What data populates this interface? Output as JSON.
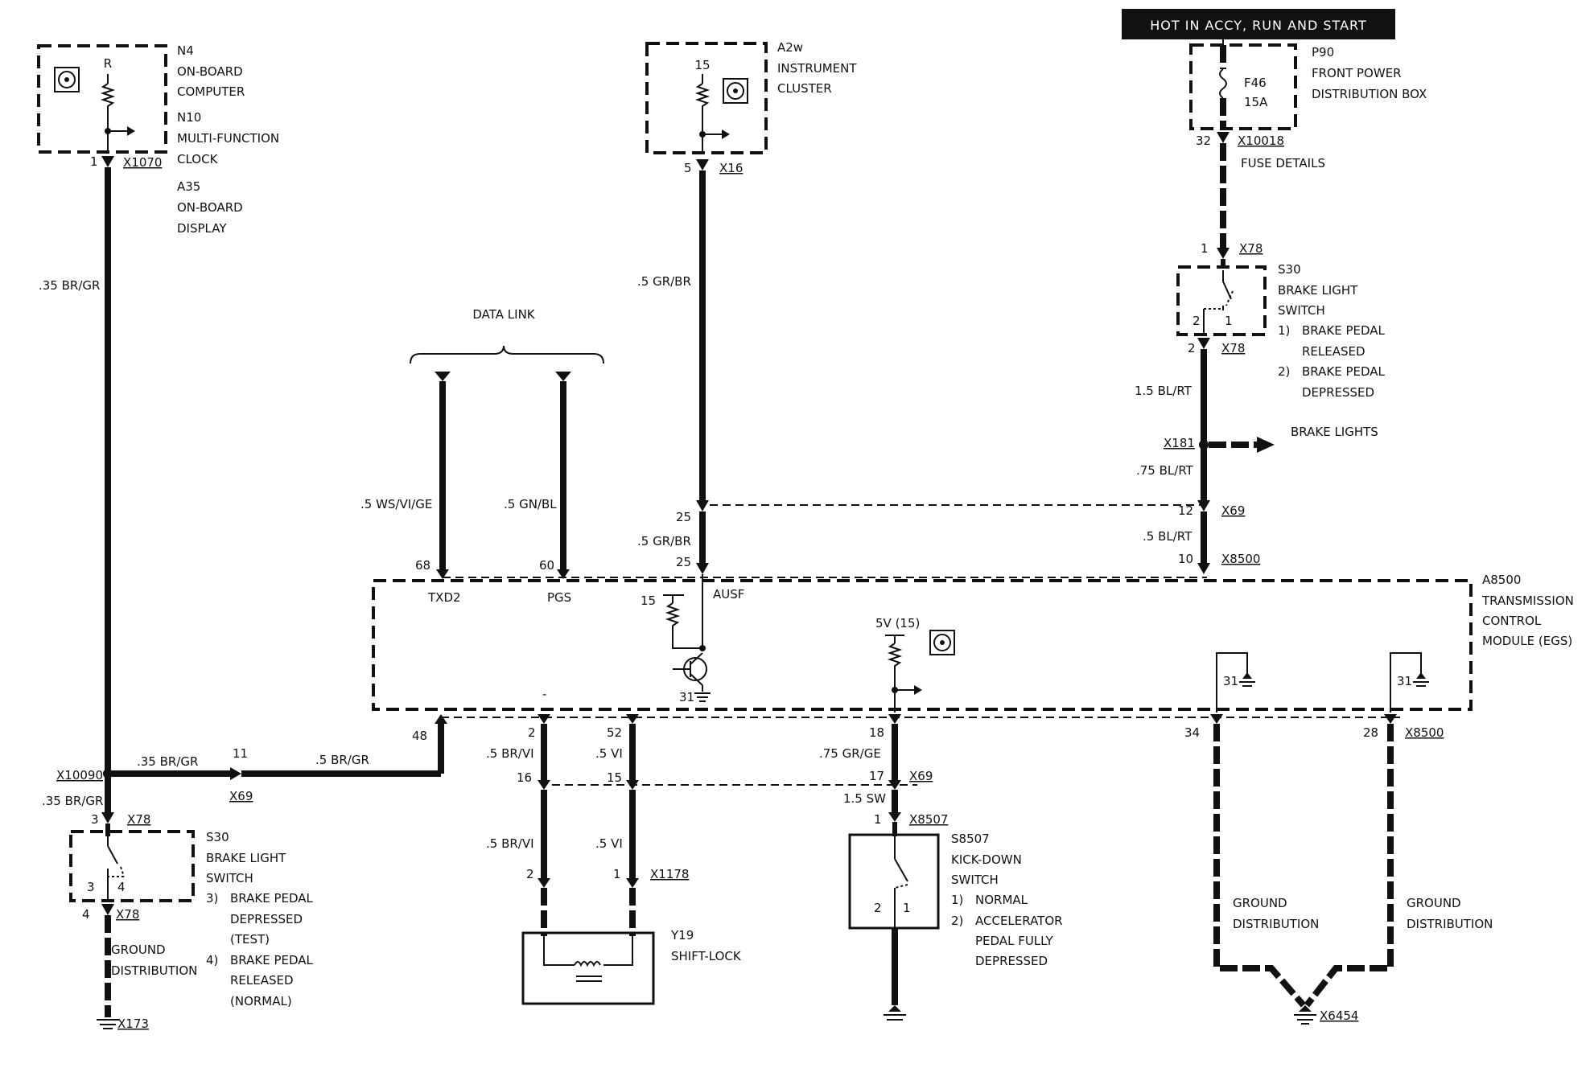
{
  "banner": "HOT IN ACCY, RUN AND START",
  "components": {
    "n4": [
      "N4",
      "ON-BOARD",
      "COMPUTER",
      "N10",
      "MULTI-FUNCTION",
      "CLOCK",
      "A35",
      "ON-BOARD",
      "DISPLAY"
    ],
    "a2w": [
      "A2w",
      "INSTRUMENT",
      "CLUSTER"
    ],
    "p90": [
      "P90",
      "FRONT POWER",
      "DISTRIBUTION BOX"
    ],
    "fuse": [
      "F46",
      "15A"
    ],
    "fuse_details": "FUSE DETAILS",
    "s30_right": [
      "S30",
      "BRAKE LIGHT",
      "SWITCH",
      "1)",
      "BRAKE PEDAL",
      "RELEASED",
      "2)",
      "BRAKE PEDAL",
      "DEPRESSED"
    ],
    "s30_left": [
      "S30",
      "BRAKE LIGHT",
      "SWITCH",
      "3)",
      "BRAKE PEDAL",
      "DEPRESSED",
      "(TEST)",
      "4)",
      "BRAKE PEDAL",
      "RELEASED",
      "(NORMAL)"
    ],
    "a8500": [
      "A8500",
      "TRANSMISSION",
      "CONTROL",
      "MODULE (EGS)"
    ],
    "s8507": [
      "S8507",
      "KICK-DOWN",
      "SWITCH",
      "1)",
      "NORMAL",
      "2)",
      "ACCELERATOR",
      "PEDAL FULLY",
      "DEPRESSED"
    ],
    "y19": [
      "Y19",
      "SHIFT-LOCK"
    ],
    "data_link": "DATA LINK",
    "brake_lights": "BRAKE LIGHTS",
    "ground_left": [
      "GROUND",
      "DISTRIBUTION"
    ],
    "ground_mid": [
      "GROUND",
      "DISTRIBUTION"
    ],
    "ground_right": [
      "GROUND",
      "DISTRIBUTION"
    ]
  },
  "connectors": {
    "x1070": "X1070",
    "x16": "X16",
    "x10018": "X10018",
    "x78_a": "X78",
    "x78_b": "X78",
    "x181": "X181",
    "x69_a": "X69",
    "x8500_a": "X8500",
    "x10090": "X10090",
    "x69_b": "X69",
    "x78_c": "X78",
    "x78_d": "X78",
    "x173": "X173",
    "x1178": "X1178",
    "x69_c": "X69",
    "x8507": "X8507",
    "x8500_b": "X8500",
    "x6454": "X6454"
  },
  "wires": {
    "w_35brgr_a": ".35 BR/GR",
    "w_5grbr_a": ".5 GR/BR",
    "w_5wsvige": ".5 WS/VI/GE",
    "w_5gnbl": ".5 GN/BL",
    "w_15blrt": "1.5 BL/RT",
    "w_75blrt": ".75 BL/RT",
    "w_5blrt": ".5 BL/RT",
    "w_5grbr_b": ".5 GR/BR",
    "w_35brgr_b": ".35 BR/GR",
    "w_5brgr": ".5 BR/GR",
    "w_35brgr_c": ".35 BR/GR",
    "w_5brvi_a": ".5 BR/VI",
    "w_5vi_a": ".5 VI",
    "w_5brvi_b": ".5 BR/VI",
    "w_5vi_b": ".5 VI",
    "w_75grge": ".75 GR/GE",
    "w_15sw": "1.5 SW"
  },
  "pins": {
    "p_r": "R",
    "p_1_n4": "1",
    "p_15_a2w": "15",
    "p_5_a2w": "5",
    "p_32": "32",
    "p_1_x78": "1",
    "p_2_s30": "2",
    "p_1_s30": "1",
    "p_2_x78": "2",
    "p_12": "12",
    "p_10": "10",
    "p_25_a": "25",
    "p_25_b": "25",
    "p_68": "68",
    "p_60": "60",
    "p_txd2": "TXD2",
    "p_pgs": "PGS",
    "p_ausf": "AUSF",
    "p_15_int": "15",
    "p_31_int": "31",
    "p_5v": "5V (15)",
    "p_31_a": "31",
    "p_31_b": "31",
    "p_48": "48",
    "p_2": "2",
    "p_52": "52",
    "p_18": "18",
    "p_34": "34",
    "p_28": "28",
    "p_11": "11",
    "p_3_x78": "3",
    "p_3_s30": "3",
    "p_4_s30": "4",
    "p_4_x78": "4",
    "p_16": "16",
    "p_15_x": "15",
    "p_17": "17",
    "p_1_x8507": "1",
    "p_2_y19": "2",
    "p_1_y19": "1",
    "p_2_s8507": "2",
    "p_1_s8507": "1",
    "p_dash": "-"
  }
}
